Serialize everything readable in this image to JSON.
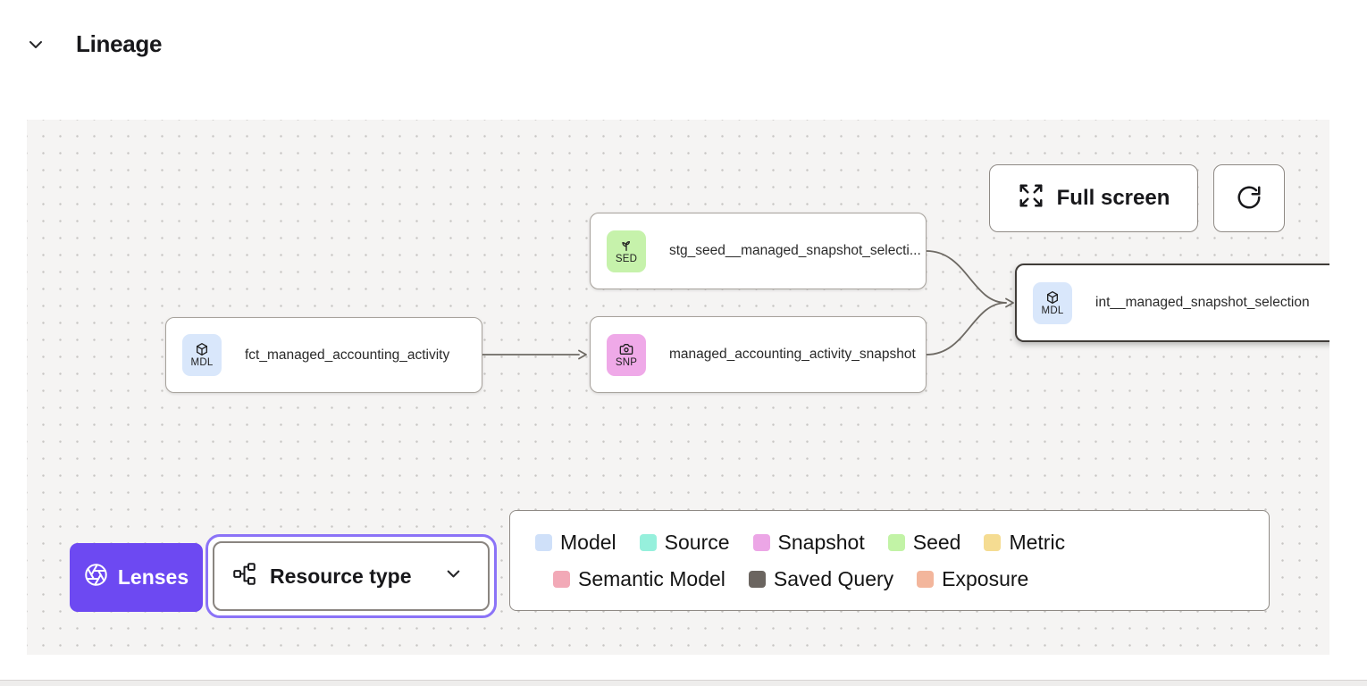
{
  "header": {
    "title": "Lineage"
  },
  "canvas": {
    "toolbar": {
      "full_screen": "Full screen"
    },
    "nodes": [
      {
        "badge": "SED",
        "label": "stg_seed__managed_snapshot_selecti...",
        "badge_color": "#c6f2ab",
        "type": "seed"
      },
      {
        "badge": "MDL",
        "label": "fct_managed_accounting_activity",
        "badge_color": "#d9e7fb",
        "type": "model"
      },
      {
        "badge": "SNP",
        "label": "managed_accounting_activity_snapshot",
        "badge_color": "#efa9e8",
        "type": "snapshot"
      },
      {
        "badge": "MDL",
        "label": "int__managed_snapshot_selection",
        "badge_color": "#d9e7fb",
        "type": "model",
        "selected": true
      }
    ],
    "edges": [
      {
        "from": "fct_managed_accounting_activity",
        "to": "managed_accounting_activity_snapshot"
      },
      {
        "from": "stg_seed__managed_snapshot_selecti...",
        "to": "int__managed_snapshot_selection"
      },
      {
        "from": "managed_accounting_activity_snapshot",
        "to": "int__managed_snapshot_selection"
      }
    ],
    "controls": {
      "lenses_label": "Lenses",
      "resource_type_label": "Resource type"
    },
    "legend": {
      "items": [
        {
          "label": "Model",
          "color": "#cfe0f9"
        },
        {
          "label": "Source",
          "color": "#96f0dc"
        },
        {
          "label": "Snapshot",
          "color": "#eca6e6"
        },
        {
          "label": "Seed",
          "color": "#c2f3a6"
        },
        {
          "label": "Metric",
          "color": "#f5dc92"
        },
        {
          "label": "Semantic Model",
          "color": "#f2a9b7"
        },
        {
          "label": "Saved Query",
          "color": "#6b6560"
        },
        {
          "label": "Exposure",
          "color": "#f3b69c"
        }
      ]
    }
  },
  "colors": {
    "accent_purple": "#6d49f2",
    "focus_ring": "#8b73f7",
    "selected_node_border": "#403c38",
    "canvas_background": "#f5f4f3"
  }
}
